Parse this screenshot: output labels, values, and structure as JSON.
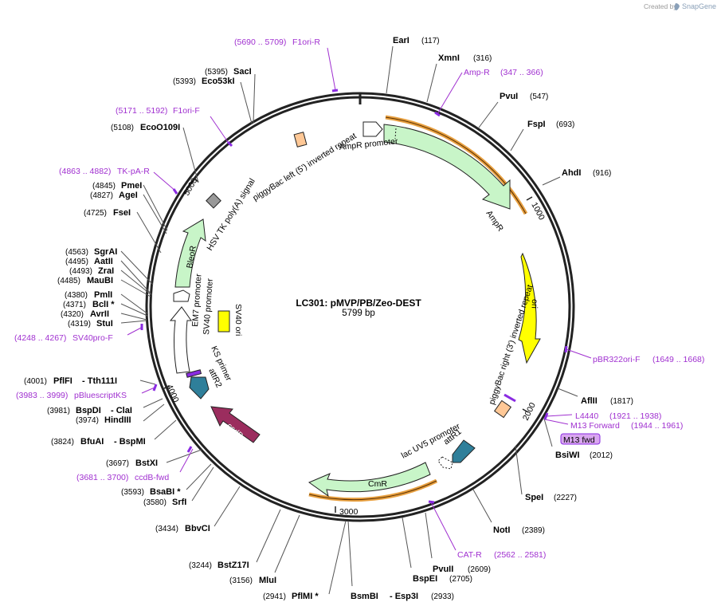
{
  "header": {
    "created_by": "Created by",
    "brand": "SnapGene"
  },
  "map": {
    "name": "LC301: pMVP/PB/Zeo-DEST",
    "size_label": "5799 bp",
    "total_bp": 5799
  },
  "ticks": [
    {
      "bp": 1000,
      "label": "1000"
    },
    {
      "bp": 2000,
      "label": "2000"
    },
    {
      "bp": 3000,
      "label": "3000"
    },
    {
      "bp": 4000,
      "label": "4000"
    },
    {
      "bp": 5000,
      "label": "5000"
    }
  ],
  "sites": [
    {
      "name": "EarI",
      "pos": "(117)",
      "side": "R"
    },
    {
      "name": "XmnI",
      "pos": "(316)",
      "side": "R"
    },
    {
      "name": "PvuI",
      "pos": "(547)",
      "side": "R"
    },
    {
      "name": "FspI",
      "pos": "(693)",
      "side": "R"
    },
    {
      "name": "AhdI",
      "pos": "(916)",
      "side": "R"
    },
    {
      "name": "AflII",
      "pos": "(1817)",
      "side": "R"
    },
    {
      "name": "BsiWI",
      "pos": "(2012)",
      "side": "R"
    },
    {
      "name": "SpeI",
      "pos": "(2227)",
      "side": "R"
    },
    {
      "name": "NotI",
      "pos": "(2389)",
      "side": "R"
    },
    {
      "name": "PvuII",
      "pos": "(2609)",
      "side": "R"
    },
    {
      "name": "BspEI",
      "pos": "(2705)",
      "side": "R"
    },
    {
      "name": "BsmBI",
      "pos": "",
      "side": "R"
    },
    {
      "name": "- Esp3I",
      "pos": "(2933)",
      "side": "R"
    },
    {
      "name": "PflMI *",
      "pos": "(2941)",
      "side": "L"
    },
    {
      "name": "MluI",
      "pos": "(3156)",
      "side": "L"
    },
    {
      "name": "BstZ17I",
      "pos": "(3244)",
      "side": "L"
    },
    {
      "name": "BbvCI",
      "pos": "(3434)",
      "side": "L"
    },
    {
      "name": "SrfI",
      "pos": "(3580)",
      "side": "L"
    },
    {
      "name": "BsaBI *",
      "pos": "(3593)",
      "side": "L"
    },
    {
      "name": "BstXI",
      "pos": "(3697)",
      "side": "L"
    },
    {
      "name": "BfuAI",
      "pos": "(3824)",
      "side": "L"
    },
    {
      "name": "- BspMI",
      "pos": "",
      "side": "L"
    },
    {
      "name": "HindIII",
      "pos": "(3974)",
      "side": "L"
    },
    {
      "name": "BspDI",
      "pos": "(3981)",
      "side": "L"
    },
    {
      "name": "- ClaI",
      "pos": "",
      "side": "L"
    },
    {
      "name": "PflFI",
      "pos": "(4001)",
      "side": "L"
    },
    {
      "name": "- Tth111I",
      "pos": "",
      "side": "L"
    },
    {
      "name": "StuI",
      "pos": "(4319)",
      "side": "L"
    },
    {
      "name": "AvrII",
      "pos": "(4320)",
      "side": "L"
    },
    {
      "name": "BclI *",
      "pos": "(4371)",
      "side": "L"
    },
    {
      "name": "PmlI",
      "pos": "(4380)",
      "side": "L"
    },
    {
      "name": "MauBI",
      "pos": "(4485)",
      "side": "L"
    },
    {
      "name": "ZraI",
      "pos": "(4493)",
      "side": "L"
    },
    {
      "name": "AatII",
      "pos": "(4495)",
      "side": "L"
    },
    {
      "name": "SgrAI",
      "pos": "(4563)",
      "side": "L"
    },
    {
      "name": "FseI",
      "pos": "(4725)",
      "side": "L"
    },
    {
      "name": "AgeI",
      "pos": "(4827)",
      "side": "L"
    },
    {
      "name": "PmeI",
      "pos": "(4845)",
      "side": "L"
    },
    {
      "name": "EcoO109I",
      "pos": "(5108)",
      "side": "L"
    },
    {
      "name": "Eco53kI",
      "pos": "(5393)",
      "side": "L"
    },
    {
      "name": "SacI",
      "pos": "(5395)",
      "side": "L"
    }
  ],
  "primers": [
    {
      "name": "F1ori-R",
      "range": "(5690 .. 5709)"
    },
    {
      "name": "Amp-R",
      "range": "(347 .. 366)"
    },
    {
      "name": "F1ori-F",
      "range": "(5171 .. 5192)"
    },
    {
      "name": "TK-pA-R",
      "range": "(4863 .. 4882)"
    },
    {
      "name": "pBR322ori-F",
      "range": "(1649 .. 1668)"
    },
    {
      "name": "SV40pro-F",
      "range": "(4248 .. 4267)"
    },
    {
      "name": "L4440",
      "range": "(1921 .. 1938)"
    },
    {
      "name": "M13 Forward",
      "range": "(1944 .. 1961)"
    },
    {
      "name": "pBluescriptKS",
      "range": "(3983 .. 3999)"
    },
    {
      "name": "ccdB-fwd",
      "range": "(3681 .. 3700)"
    },
    {
      "name": "CAT-R",
      "range": "(2562 .. 2581)"
    }
  ],
  "m13_box": {
    "label": "M13 fwd"
  },
  "features": [
    {
      "name": "AmpR promoter"
    },
    {
      "name": "AmpR"
    },
    {
      "name": "ori"
    },
    {
      "name": "piggyBac right (3') inverted repeat"
    },
    {
      "name": "attR1"
    },
    {
      "name": "lac UV5 promoter"
    },
    {
      "name": "CmR"
    },
    {
      "name": "ccdB"
    },
    {
      "name": "attR2"
    },
    {
      "name": "KS primer"
    },
    {
      "name": "SV40 ori"
    },
    {
      "name": "SV40 promoter"
    },
    {
      "name": "EM7 promoter"
    },
    {
      "name": "BleoR"
    },
    {
      "name": "HSV TK poly(A) signal"
    },
    {
      "name": "piggyBac left (5') inverted repeat"
    }
  ],
  "colors": {
    "backbone": "#222222",
    "primer": "#a030d0",
    "primer_mark": "#8a2be2",
    "amp": "#c8f5c8",
    "ori": "#ffff00",
    "ccdB": "#9b2d5e",
    "att": "#2f7f9a",
    "orange_arc": "#e8a040",
    "repeat": "#ffc896",
    "polyA": "#999999",
    "m13_box": "#d9a6f0"
  }
}
